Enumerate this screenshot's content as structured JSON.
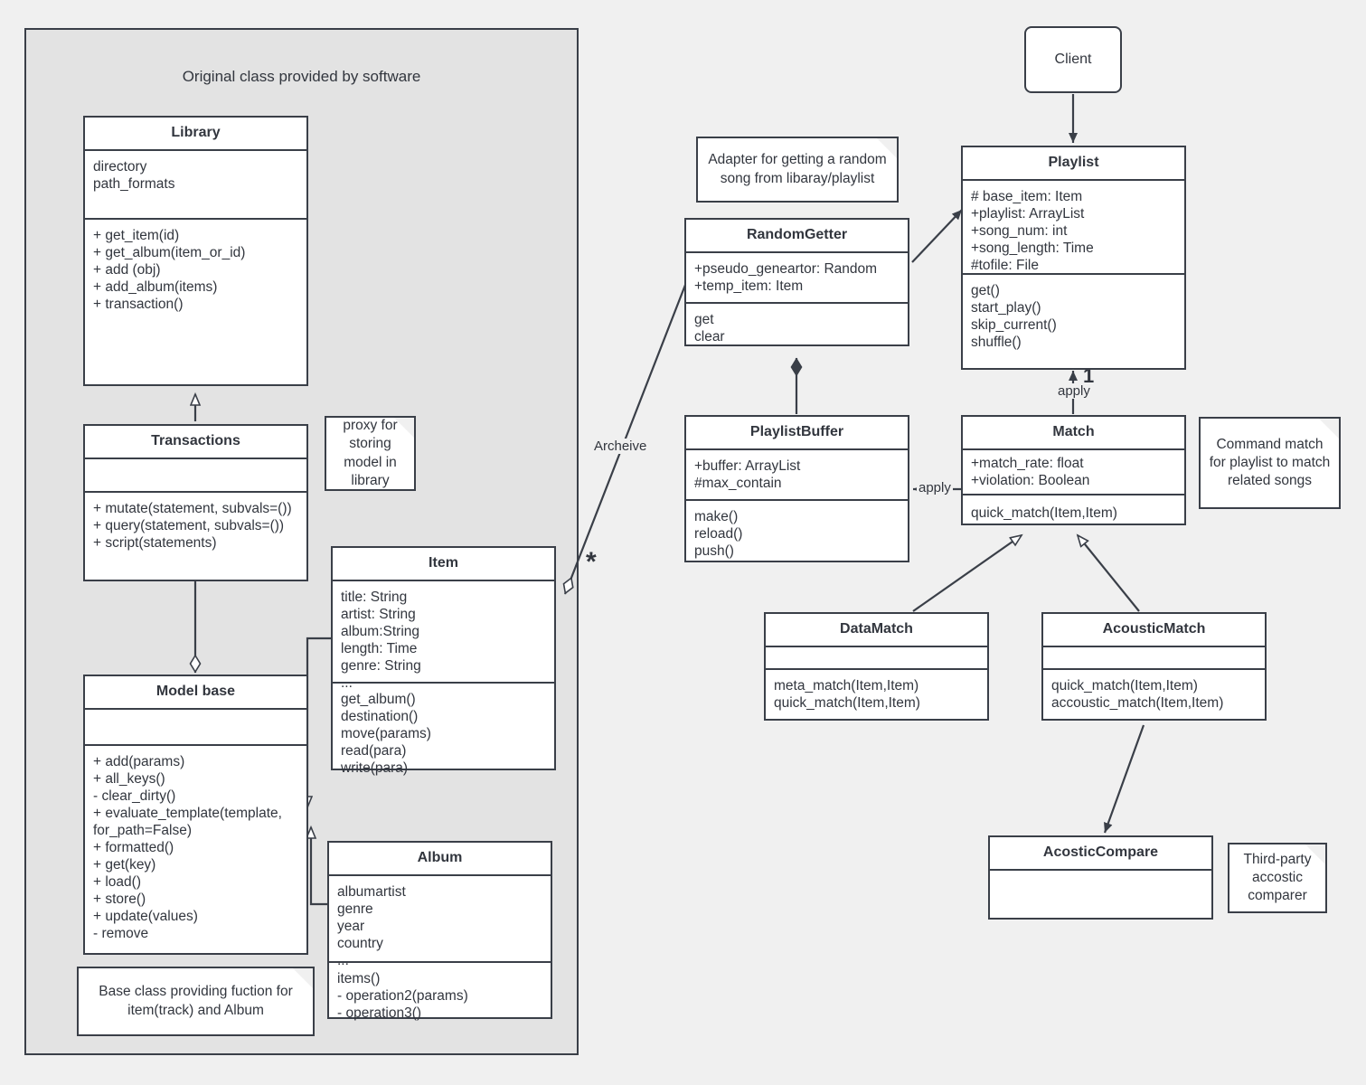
{
  "diagram": {
    "title": "UML class diagram",
    "group": {
      "label": "Original class provided by software"
    },
    "classes": {
      "library": {
        "name": "Library",
        "attributes": "directory\npath_formats",
        "methods": "+ get_item(id)\n+ get_album(item_or_id)\n+ add (obj)\n+ add_album(items)\n+ transaction()"
      },
      "transactions": {
        "name": "Transactions",
        "attributes": "",
        "methods": "+ mutate(statement, subvals=())\n+ query(statement, subvals=())\n+ script(statements)"
      },
      "model_base": {
        "name": "Model base",
        "attributes": "",
        "methods": "+ add(params)\n+ all_keys()\n- clear_dirty()\n+ evaluate_template(template,\nfor_path=False)\n+ formatted()\n+ get(key)\n+ load()\n+ store()\n+ update(values)\n- remove"
      },
      "item": {
        "name": "Item",
        "attributes": "title: String\nartist: String\nalbum:String\nlength: Time\ngenre: String\n...",
        "methods": "get_album()\ndestination()\nmove(params)\nread(para)\nwrite(para)"
      },
      "album": {
        "name": "Album",
        "attributes": "albumartist\ngenre\nyear\ncountry\n...",
        "methods": "items()\n- operation2(params)\n- operation3()"
      },
      "random_getter": {
        "name": "RandomGetter",
        "attributes": "+pseudo_geneartor: Random\n+temp_item: Item",
        "methods": "get\nclear"
      },
      "playlist_buffer": {
        "name": "PlaylistBuffer",
        "attributes": "+buffer: ArrayList\n#max_contain",
        "methods": "make()\nreload()\npush()"
      },
      "playlist": {
        "name": "Playlist",
        "attributes": "# base_item: Item\n+playlist: ArrayList\n+song_num: int\n+song_length: Time\n#tofile: File",
        "methods": "get()\nstart_play()\nskip_current()\nshuffle()"
      },
      "match": {
        "name": "Match",
        "attributes": "+match_rate: float\n+violation: Boolean",
        "methods": "quick_match(Item,Item)"
      },
      "data_match": {
        "name": "DataMatch",
        "attributes": "",
        "methods": "meta_match(Item,Item)\nquick_match(Item,Item)"
      },
      "acoustic_match": {
        "name": "AcousticMatch",
        "attributes": "",
        "methods": "quick_match(Item,Item)\naccoustic_match(Item,Item)"
      },
      "acostic_compare": {
        "name": "AcosticCompare",
        "attributes": "",
        "methods": ""
      }
    },
    "client": {
      "label": "Client"
    },
    "notes": {
      "proxy": "proxy for\nstoring\nmodel in\nlibrary",
      "base_class": "Base class providing fuction for\nitem(track) and Album",
      "adapter": "Adapter for getting a random\nsong from libaray/playlist",
      "command_match": "Command match\nfor playlist to match\nrelated songs",
      "third_party": "Third-party\naccostic\ncomparer"
    },
    "edge_labels": {
      "archeive": "Archeive",
      "apply_playlist": "apply",
      "apply_buffer": "apply"
    },
    "multiplicities": {
      "item_star": "*",
      "playlist_one": "1"
    },
    "colors": {
      "background": "#f0f0f0",
      "group_fill": "#e3e3e3",
      "stroke": "#3a3f48",
      "class_fill": "#ffffff",
      "text": "#32363e"
    }
  }
}
